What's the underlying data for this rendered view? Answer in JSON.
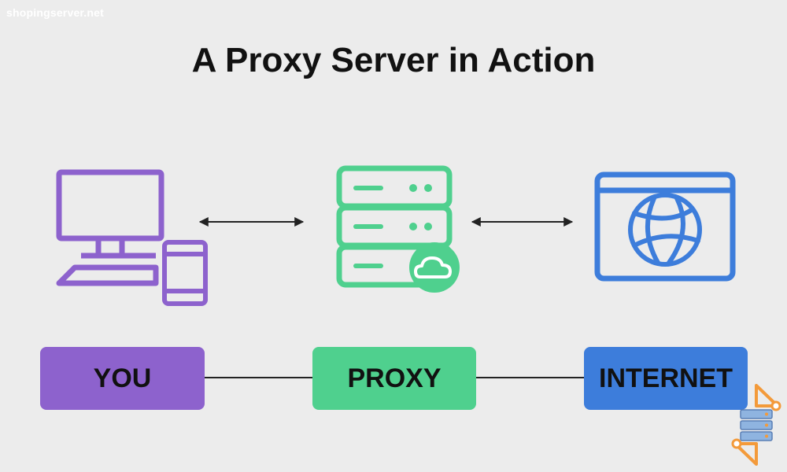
{
  "watermark": "shopingserver.net",
  "title": "A Proxy Server in Action",
  "labels": {
    "you": "YOU",
    "proxy": "PROXY",
    "internet": "INTERNET"
  },
  "colors": {
    "background": "#ececec",
    "you": "#8d62cd",
    "proxy": "#4fd08e",
    "internet": "#3d7ddb",
    "logo_accent": "#f39a3a"
  },
  "icons": {
    "you": [
      "desktop-monitor-icon",
      "smartphone-icon"
    ],
    "proxy": [
      "server-rack-icon",
      "cloud-icon"
    ],
    "internet": [
      "browser-window-icon",
      "globe-icon"
    ],
    "connection": "double-arrow-icon",
    "brand": "server-logo-icon"
  }
}
